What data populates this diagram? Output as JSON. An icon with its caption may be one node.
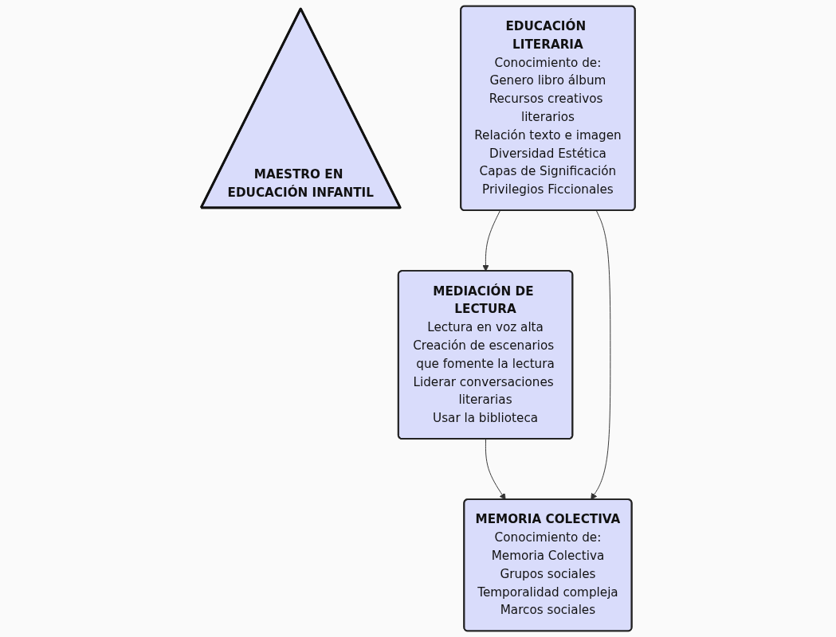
{
  "diagram": {
    "nodes": [
      {
        "text": [
          "MEDIACIÓN DE LECTURA",
          "Lectura en voz alta",
          "Creación de escenarios que fomente la lectura",
          "Liderar conversaciones literarias",
          "Usar la biblioteca"
        ]
      },
      {
        "text": [
          "MAESTRO EN EDUCACIÓN INFANTIL"
        ]
      },
      {
        "text": [
          "EDUCACIÓN LITERARIA",
          "Conocimiento de:",
          "Genero libro álbum",
          "Recursos creativos literarios",
          "Relación texto e imagen",
          "Diversidad Estética",
          "Capas de Significación",
          "Privilegios Ficcionales"
        ]
      },
      {
        "text": [
          "MEMORIA COLECTIVA",
          "Conocimiento de:",
          "Memoria Colectiva",
          "Grupos sociales",
          "Temporalidad compleja",
          "Marcos sociales"
        ]
      }
    ],
    "edges": [
      {
        "from": 2,
        "to": 0,
        "arrow": "to"
      },
      {
        "from": 0,
        "to": 3,
        "arrow": "to"
      },
      {
        "from": 2,
        "to": 3,
        "arrow": "to"
      }
    ]
  }
}
